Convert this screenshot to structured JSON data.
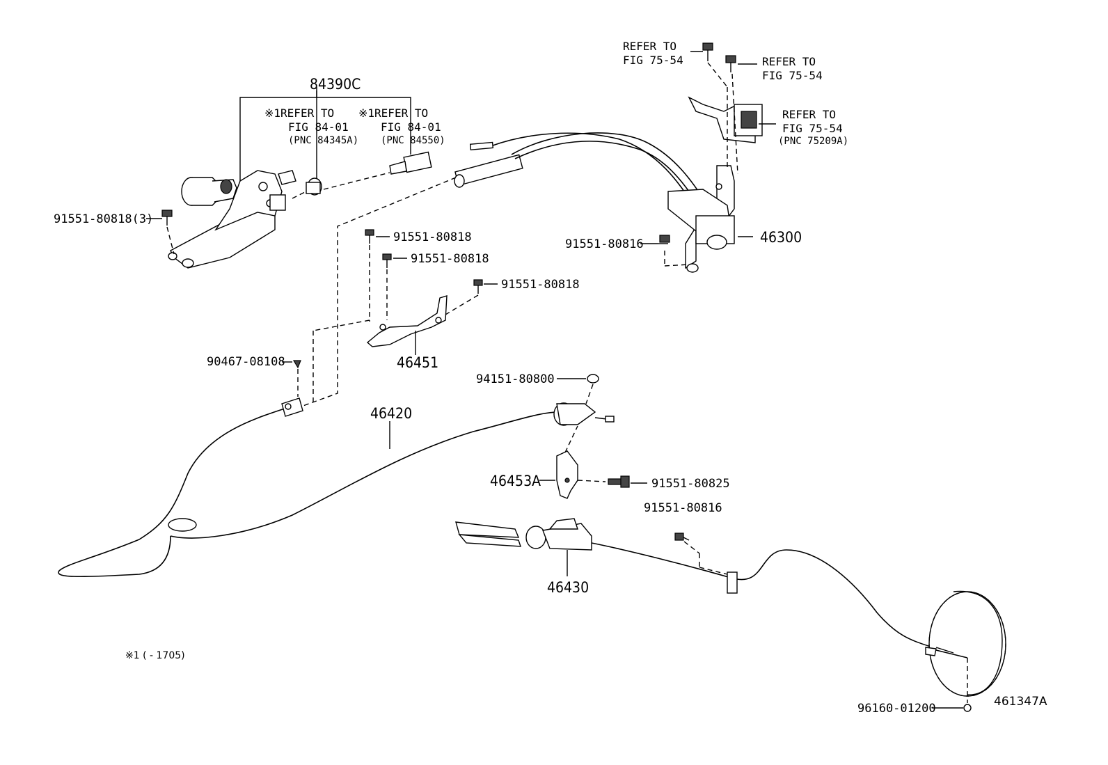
{
  "parts": {
    "p84390c": "84390C",
    "p91551_80818_3": "91551-80818(3)",
    "p91551_80818_a": "91551-80818",
    "p91551_80818_b": "91551-80818",
    "p91551_80818_c": "91551-80818",
    "p91551_80816_a": "91551-80816",
    "p91551_80816_b": "91551-80816",
    "p46300": "46300",
    "p46451": "46451",
    "p90467_08108": "90467-08108",
    "p94151_80800": "94151-80800",
    "p46420": "46420",
    "p46453a": "46453A",
    "p91551_80825": "91551-80825",
    "p46430": "46430",
    "p96160_01200": "96160-01200"
  },
  "refs": {
    "r1_l1": "※1REFER TO",
    "r1_l2": "FIG 84-01",
    "r1_l3": "(PNC 84345A)",
    "r2_l1": "※1REFER TO",
    "r2_l2": "FIG 84-01",
    "r2_l3": "(PNC 84550)",
    "r3_l1": "REFER TO",
    "r3_l2": "FIG 75-54",
    "r4_l1": "REFER TO",
    "r4_l2": "FIG 75-54",
    "r5_l1": "REFER TO",
    "r5_l2": "FIG 75-54",
    "r5_l3": "(PNC 75209A)"
  },
  "footnote": "※1 (       - 1705)",
  "figure_id": "461347A"
}
